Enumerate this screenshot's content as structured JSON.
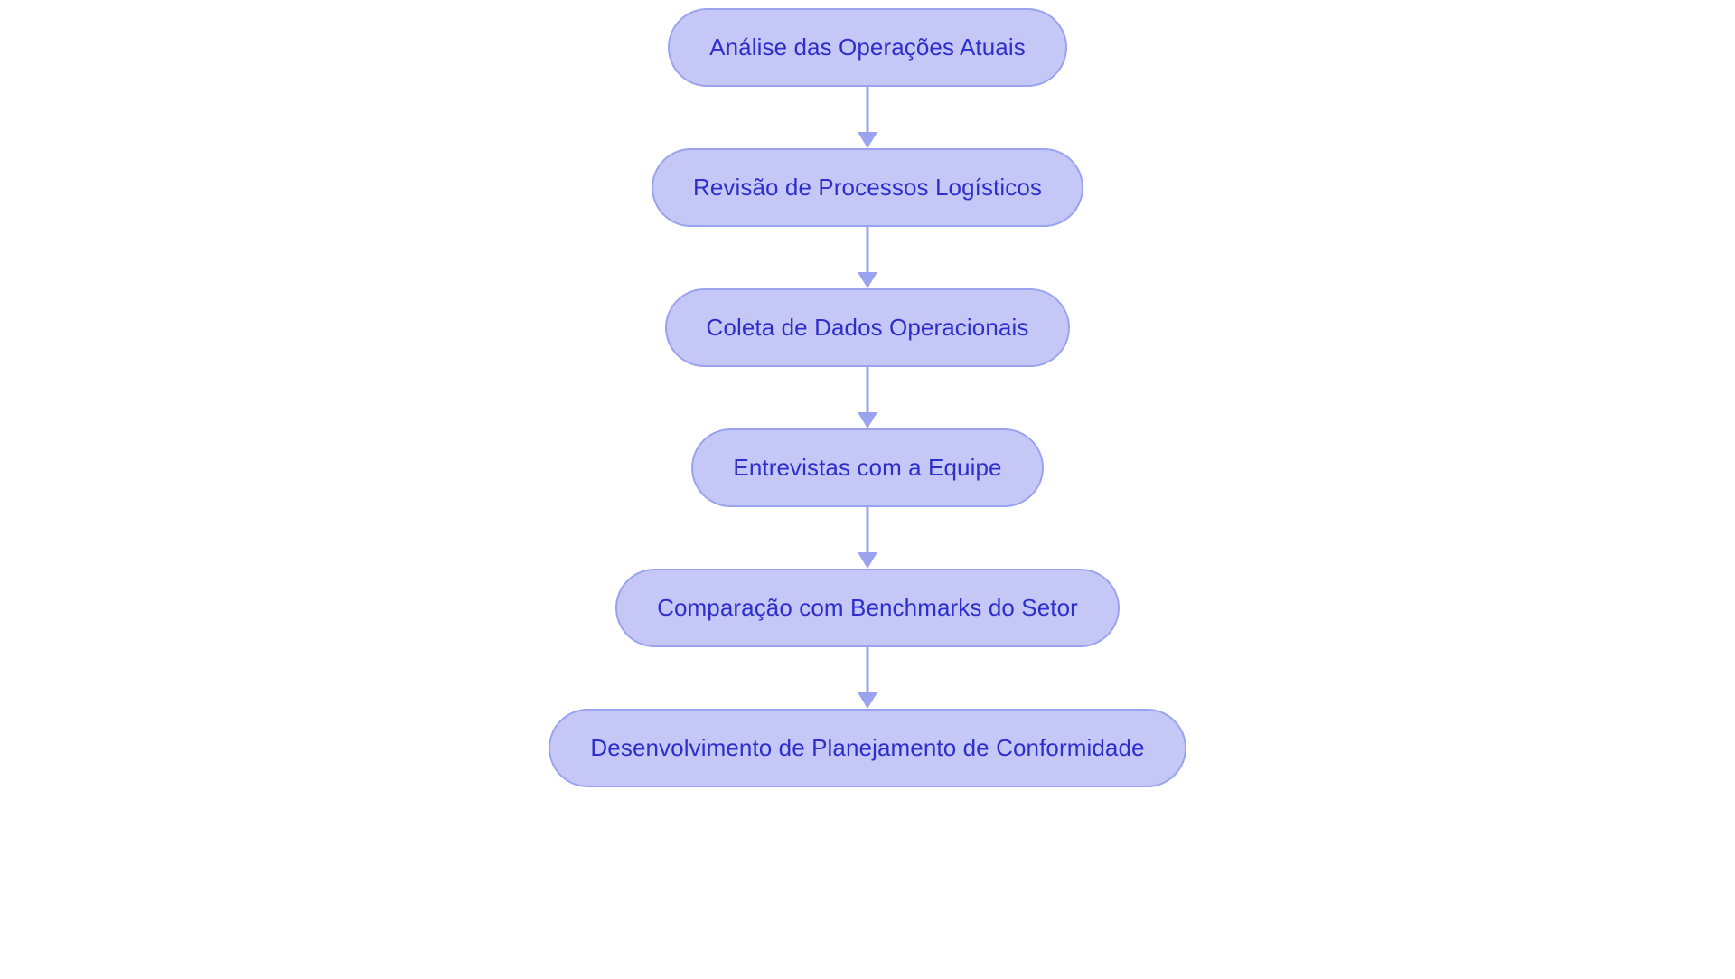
{
  "diagram": {
    "type": "flowchart",
    "orientation": "vertical",
    "background_color": "#ffffff",
    "node_fill_color": "#c5c8f7",
    "node_border_color": "#9aa3ef",
    "node_text_color": "#2e2ecc",
    "connector_color": "#9aa3ef",
    "node_count": 6,
    "connector_count": 5,
    "nodes": [
      {
        "id": "n1",
        "label": "Análise das Operações Atuais"
      },
      {
        "id": "n2",
        "label": "Revisão de Processos Logísticos"
      },
      {
        "id": "n3",
        "label": "Coleta de Dados Operacionais"
      },
      {
        "id": "n4",
        "label": "Entrevistas com a Equipe"
      },
      {
        "id": "n5",
        "label": "Comparação com Benchmarks do Setor"
      },
      {
        "id": "n6",
        "label": "Desenvolvimento de Planejamento de Conformidade"
      }
    ],
    "edges": [
      {
        "from": "n1",
        "to": "n2",
        "marker": "arrow-down"
      },
      {
        "from": "n2",
        "to": "n3",
        "marker": "arrow-down"
      },
      {
        "from": "n3",
        "to": "n4",
        "marker": "arrow-down"
      },
      {
        "from": "n4",
        "to": "n5",
        "marker": "arrow-down"
      },
      {
        "from": "n5",
        "to": "n6",
        "marker": "arrow-down"
      }
    ]
  }
}
